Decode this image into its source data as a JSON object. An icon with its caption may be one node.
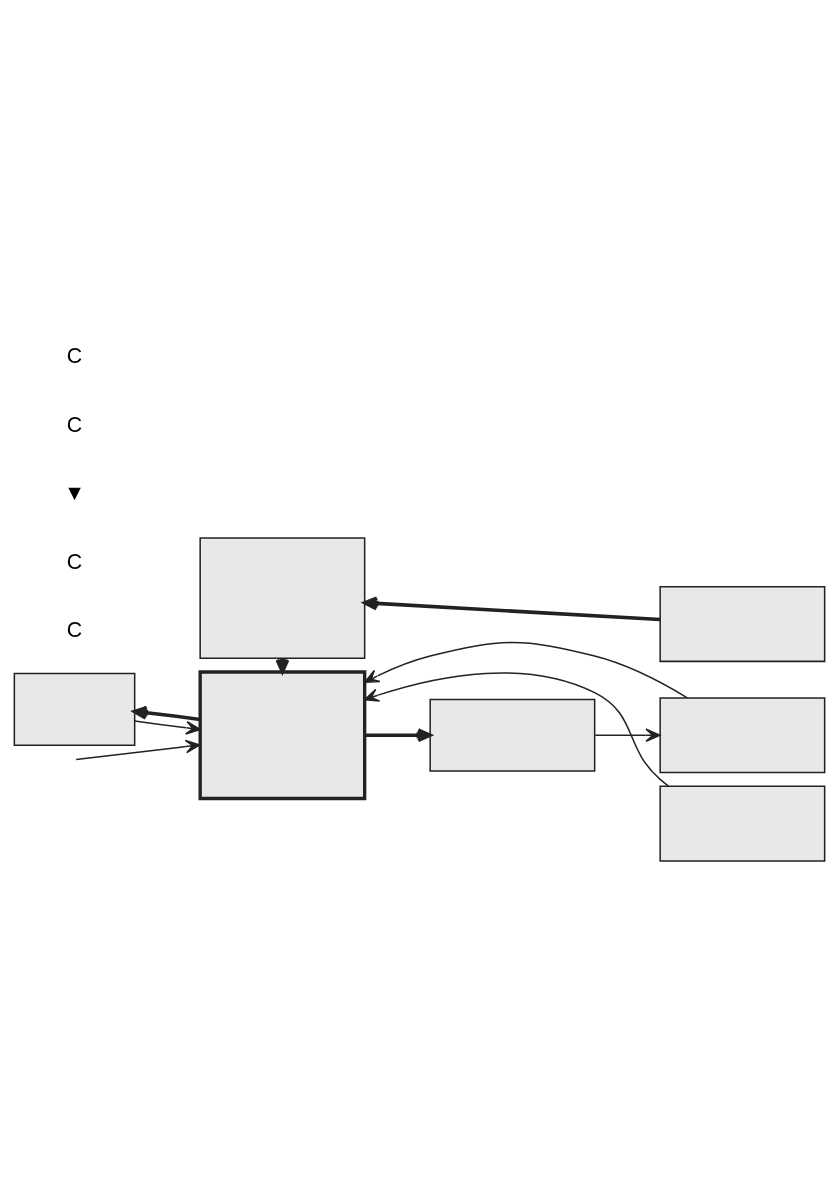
{
  "diagram": {
    "nodes": [
      {
        "text": [],
        "shape": "box"
      },
      {
        "text": [],
        "shape": "box"
      },
      {
        "text": [],
        "shape": "box"
      },
      {
        "text": [],
        "shape": "box"
      },
      {
        "text": [],
        "shape": "box"
      },
      {
        "text": [],
        "shape": "box"
      },
      {
        "text": [],
        "shape": "box"
      }
    ],
    "edges": [
      {
        "from": 0,
        "to": 2,
        "arrow": "to",
        "style": "thick"
      },
      {
        "from": 4,
        "to": 0,
        "arrow": "to",
        "style": "thick"
      },
      {
        "from": 2,
        "to": 1,
        "arrow": "to",
        "style": "thick"
      },
      {
        "from": 1,
        "to": 2,
        "arrow": "to"
      },
      {
        "from": null,
        "to": 2,
        "arrow": "to"
      },
      {
        "from": 2,
        "to": 3,
        "arrow": "to",
        "style": "thick"
      },
      {
        "from": 3,
        "to": 5,
        "arrow": "to"
      },
      {
        "from": 5,
        "to": 2,
        "arrow": "to"
      },
      {
        "from": 6,
        "to": 2,
        "arrow": "to"
      }
    ],
    "labels": [
      "C",
      "C",
      "▼",
      "C",
      "C"
    ]
  }
}
